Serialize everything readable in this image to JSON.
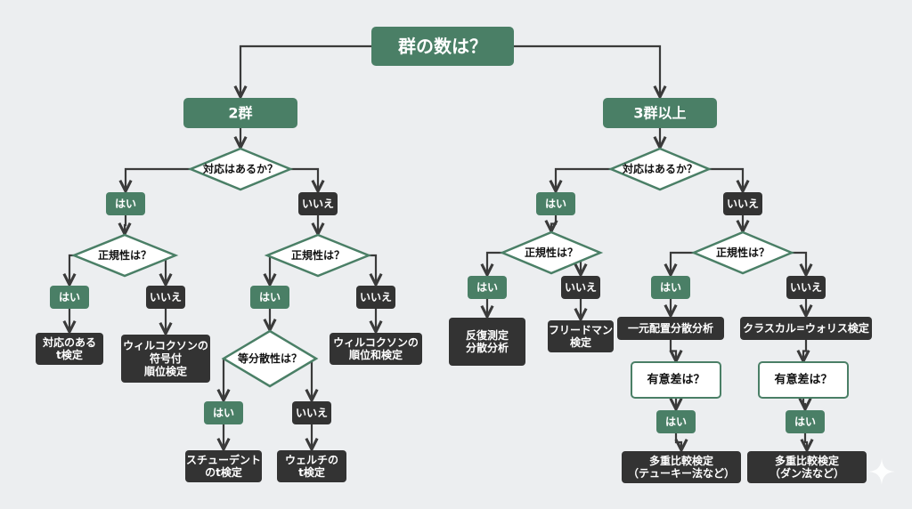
{
  "title": "群の数は？",
  "colors": {
    "background": "#eceef0",
    "green": "#4a7f66",
    "dark": "#333333",
    "diamond_border": "#4a7f66",
    "diamond_fill": "#ffffff",
    "line": "#3a3a3a",
    "white_text": "#ffffff",
    "black_text": "#111111"
  },
  "nodes": {
    "root": {
      "text": "群の数は？",
      "type": "green-big"
    },
    "two_groups": {
      "text": "2群",
      "type": "green-big"
    },
    "three_plus": {
      "text": "3群以上",
      "type": "green-big"
    },
    "l_paired_q": {
      "text": "対応はあるか？",
      "type": "diamond"
    },
    "l_yes": {
      "text": "はい",
      "type": "green"
    },
    "l_no": {
      "text": "いいえ",
      "type": "dark"
    },
    "l_yes_norm_q": {
      "text": "正規性は？",
      "type": "diamond"
    },
    "l_no_norm_q": {
      "text": "正規性は？",
      "type": "diamond"
    },
    "l_yes_norm_yes": {
      "text": "はい",
      "type": "green"
    },
    "l_yes_norm_no": {
      "text": "いいえ",
      "type": "dark"
    },
    "l_no_norm_yes": {
      "text": "はい",
      "type": "green"
    },
    "l_no_norm_no": {
      "text": "いいえ",
      "type": "dark"
    },
    "paired_t": {
      "text": [
        "対応のある",
        "t検定"
      ],
      "type": "dark"
    },
    "wilcoxon_signed": {
      "text": [
        "ウィルコクソンの",
        "符号付",
        "順位検定"
      ],
      "type": "dark"
    },
    "eqvar_q": {
      "text": "等分散性は？",
      "type": "diamond"
    },
    "wilcoxon_rank": {
      "text": [
        "ウィルコクソンの",
        "順位和検定"
      ],
      "type": "dark"
    },
    "eqvar_yes": {
      "text": "はい",
      "type": "green"
    },
    "eqvar_no": {
      "text": "いいえ",
      "type": "dark"
    },
    "student_t": {
      "text": [
        "スチューデント",
        "のt検定"
      ],
      "type": "dark"
    },
    "welch_t": {
      "text": [
        "ウェルチの",
        "t検定"
      ],
      "type": "dark"
    },
    "r_paired_q": {
      "text": "対応はあるか？",
      "type": "diamond"
    },
    "r_yes": {
      "text": "はい",
      "type": "green"
    },
    "r_no": {
      "text": "いいえ",
      "type": "dark"
    },
    "r_yes_norm_q": {
      "text": "正規性は？",
      "type": "diamond"
    },
    "r_no_norm_q": {
      "text": "正規性は？",
      "type": "diamond"
    },
    "r_yes_norm_yes": {
      "text": "はい",
      "type": "green"
    },
    "r_yes_norm_no": {
      "text": "いいえ",
      "type": "dark"
    },
    "r_no_norm_yes": {
      "text": "はい",
      "type": "green"
    },
    "r_no_norm_no": {
      "text": "いいえ",
      "type": "dark"
    },
    "rm_anova": {
      "text": [
        "反復測定",
        "分散分析"
      ],
      "type": "dark"
    },
    "friedman": {
      "text": [
        "フリードマン",
        "検定"
      ],
      "type": "dark"
    },
    "oneway_anova": {
      "text": "一元配置分散分析",
      "type": "dark"
    },
    "kruskal": {
      "text": "クラスカル=ウォリス検定",
      "type": "dark"
    },
    "sig_q1": {
      "text": "有意差は？",
      "type": "white-box"
    },
    "sig_q2": {
      "text": "有意差は？",
      "type": "white-box"
    },
    "sig_yes1": {
      "text": "はい",
      "type": "green"
    },
    "sig_yes2": {
      "text": "はい",
      "type": "green"
    },
    "tukey": {
      "text": [
        "多重比較検定",
        "（テューキー法など）"
      ],
      "type": "dark"
    },
    "dunn": {
      "text": [
        "多重比較検定",
        "（ダン法など）"
      ],
      "type": "dark"
    }
  },
  "edges": [
    [
      "root",
      "two_groups"
    ],
    [
      "root",
      "three_plus"
    ],
    [
      "two_groups",
      "l_paired_q"
    ],
    [
      "l_paired_q",
      "l_yes"
    ],
    [
      "l_paired_q",
      "l_no"
    ],
    [
      "l_yes",
      "l_yes_norm_q"
    ],
    [
      "l_no",
      "l_no_norm_q"
    ],
    [
      "l_yes_norm_q",
      "l_yes_norm_yes"
    ],
    [
      "l_yes_norm_q",
      "l_yes_norm_no"
    ],
    [
      "l_no_norm_q",
      "l_no_norm_yes"
    ],
    [
      "l_no_norm_q",
      "l_no_norm_no"
    ],
    [
      "l_yes_norm_yes",
      "paired_t"
    ],
    [
      "l_yes_norm_no",
      "wilcoxon_signed"
    ],
    [
      "l_no_norm_yes",
      "eqvar_q"
    ],
    [
      "l_no_norm_no",
      "wilcoxon_rank"
    ],
    [
      "eqvar_q",
      "eqvar_yes"
    ],
    [
      "eqvar_q",
      "eqvar_no"
    ],
    [
      "eqvar_yes",
      "student_t"
    ],
    [
      "eqvar_no",
      "welch_t"
    ],
    [
      "three_plus",
      "r_paired_q"
    ],
    [
      "r_paired_q",
      "r_yes"
    ],
    [
      "r_paired_q",
      "r_no"
    ],
    [
      "r_yes",
      "r_yes_norm_q"
    ],
    [
      "r_no",
      "r_no_norm_q"
    ],
    [
      "r_yes_norm_q",
      "r_yes_norm_yes"
    ],
    [
      "r_yes_norm_q",
      "r_yes_norm_no"
    ],
    [
      "r_no_norm_q",
      "r_no_norm_yes"
    ],
    [
      "r_no_norm_q",
      "r_no_norm_no"
    ],
    [
      "r_yes_norm_yes",
      "rm_anova"
    ],
    [
      "r_yes_norm_no",
      "friedman"
    ],
    [
      "r_no_norm_yes",
      "oneway_anova"
    ],
    [
      "r_no_norm_no",
      "kruskal"
    ],
    [
      "oneway_anova",
      "sig_q1"
    ],
    [
      "kruskal",
      "sig_q2"
    ],
    [
      "sig_q1",
      "sig_yes1"
    ],
    [
      "sig_q2",
      "sig_yes2"
    ],
    [
      "sig_yes1",
      "tukey"
    ],
    [
      "sig_yes2",
      "dunn"
    ]
  ],
  "watermark_icon": "sparkle-icon"
}
